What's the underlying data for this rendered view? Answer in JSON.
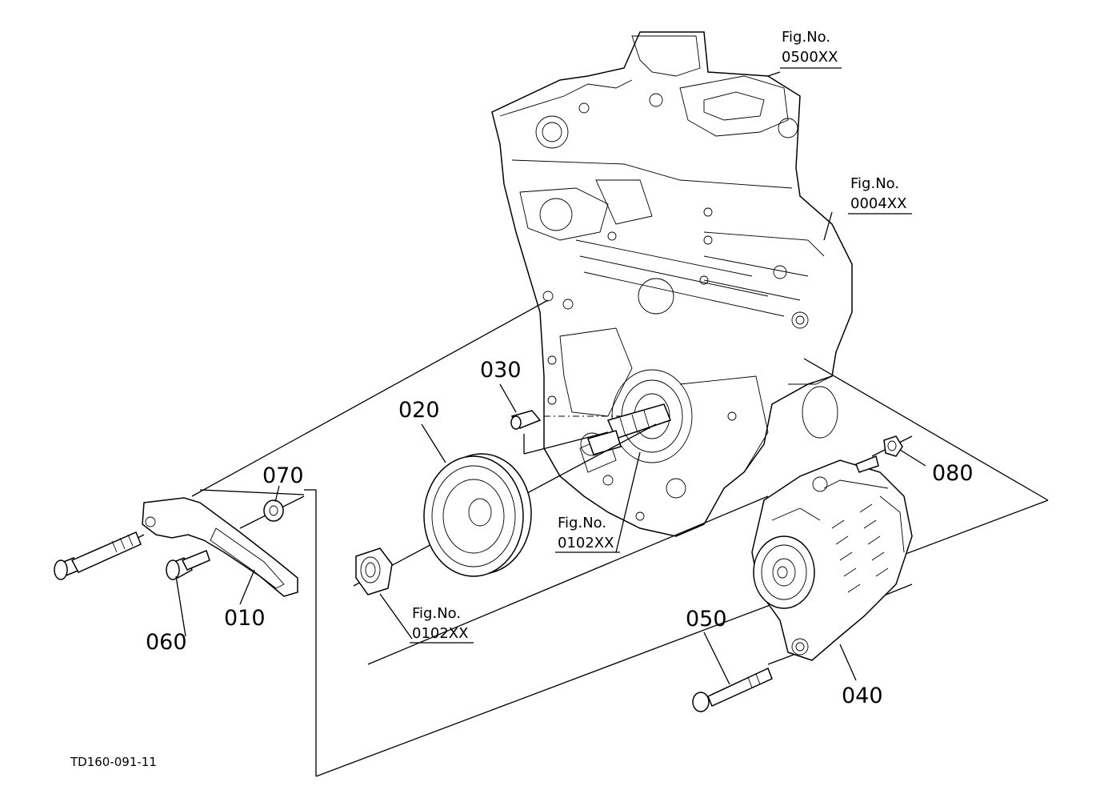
{
  "drawing_code": "TD160-091-11",
  "callouts": {
    "p010": "010",
    "p020": "020",
    "p030": "030",
    "p040": "040",
    "p050": "050",
    "p060": "060",
    "p070": "070",
    "p080": "080"
  },
  "figure_refs": {
    "fig_0500": {
      "line1": "Fig.No.",
      "line2": "0500XX"
    },
    "fig_0004": {
      "line1": "Fig.No.",
      "line2": "0004XX"
    },
    "fig_0102_pulley": {
      "line1": "Fig.No.",
      "line2": "0102XX"
    },
    "fig_0102_nut": {
      "line1": "Fig.No.",
      "line2": "0102XX"
    }
  }
}
